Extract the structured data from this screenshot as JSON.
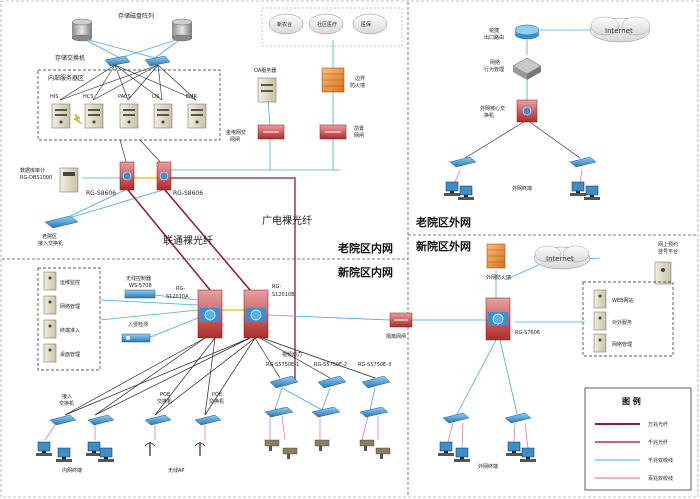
{
  "colors": {
    "fiber_dark": "#8b1a3a",
    "fiber_light": "#c0284a",
    "gigabit_fiber": "#4aa8d8",
    "twisted_pair": "#d96aa8",
    "firewall": "#c0392b",
    "switch": "#2f7fbf",
    "zone_divider": "#555555"
  },
  "zones": {
    "old_inner": "老院区内网",
    "new_inner": "新院区内网",
    "old_outer": "老院区外网",
    "new_outer": "新院区外网"
  },
  "fibers": {
    "unicom": "联通裸光纤",
    "broadcast": "广电裸光纤"
  },
  "old_inner": {
    "storage_array": "存储磁盘阵列",
    "storage_switch": "存储交换机",
    "internal_servers": "内部服务器区",
    "servers": [
      "HIS",
      "HCS",
      "PACS",
      "LIS",
      "EMR"
    ],
    "db_audit": "数据库审计\nRG-DBS1000",
    "core_left": "RG-S8606",
    "core_right": "RG-S8606",
    "old_access": "老院区\n接入交换机",
    "oa_server": "OA服务器",
    "gap_oa": "金电网交\n网闸",
    "border_fw": "边界\n防火墙",
    "gap_top": "前置\n网闸",
    "top_clouds": [
      "新农合",
      "社区医疗",
      "医保"
    ]
  },
  "old_outer": {
    "internet": "Internet",
    "router": "锐捷\n出口路由",
    "behavior": "网络\n行为管理",
    "core_switch": "外网核心交\n换机",
    "terminals": "外网终端"
  },
  "new_inner": {
    "mgmt": [
      "运维监控",
      "网络管理",
      "终端准入",
      "桌面管理"
    ],
    "wireless_ctrl": "无线控制器\nWS-5708",
    "ips": "入侵检测",
    "core_a": "RG-\nS12010A",
    "core_b": "RG-\nS12010B",
    "video": "视频动力",
    "agg": [
      "RG-S5750E-1",
      "RG-S5750E-2",
      "RG-S5750E-3"
    ],
    "access_labels": [
      "接入\n交换机",
      "POE\n交换机",
      "POE\n交换机"
    ],
    "inner_terminals": "内网终端",
    "wireless_ap": "无线AP",
    "gap_mid": "隔离网闸"
  },
  "new_outer": {
    "internet": "Internet",
    "fw": "外网防火墙",
    "platform": "网上预约\n挂号平台",
    "core": "RG-S7606",
    "services": [
      "WEB网站",
      "对外服务",
      "网络管理"
    ],
    "terminals": "外网终端"
  },
  "legend": {
    "title": "图    例",
    "items": [
      "万兆光纤",
      "千兆光纤",
      "千兆双绞线",
      "百兆双绞线"
    ]
  }
}
